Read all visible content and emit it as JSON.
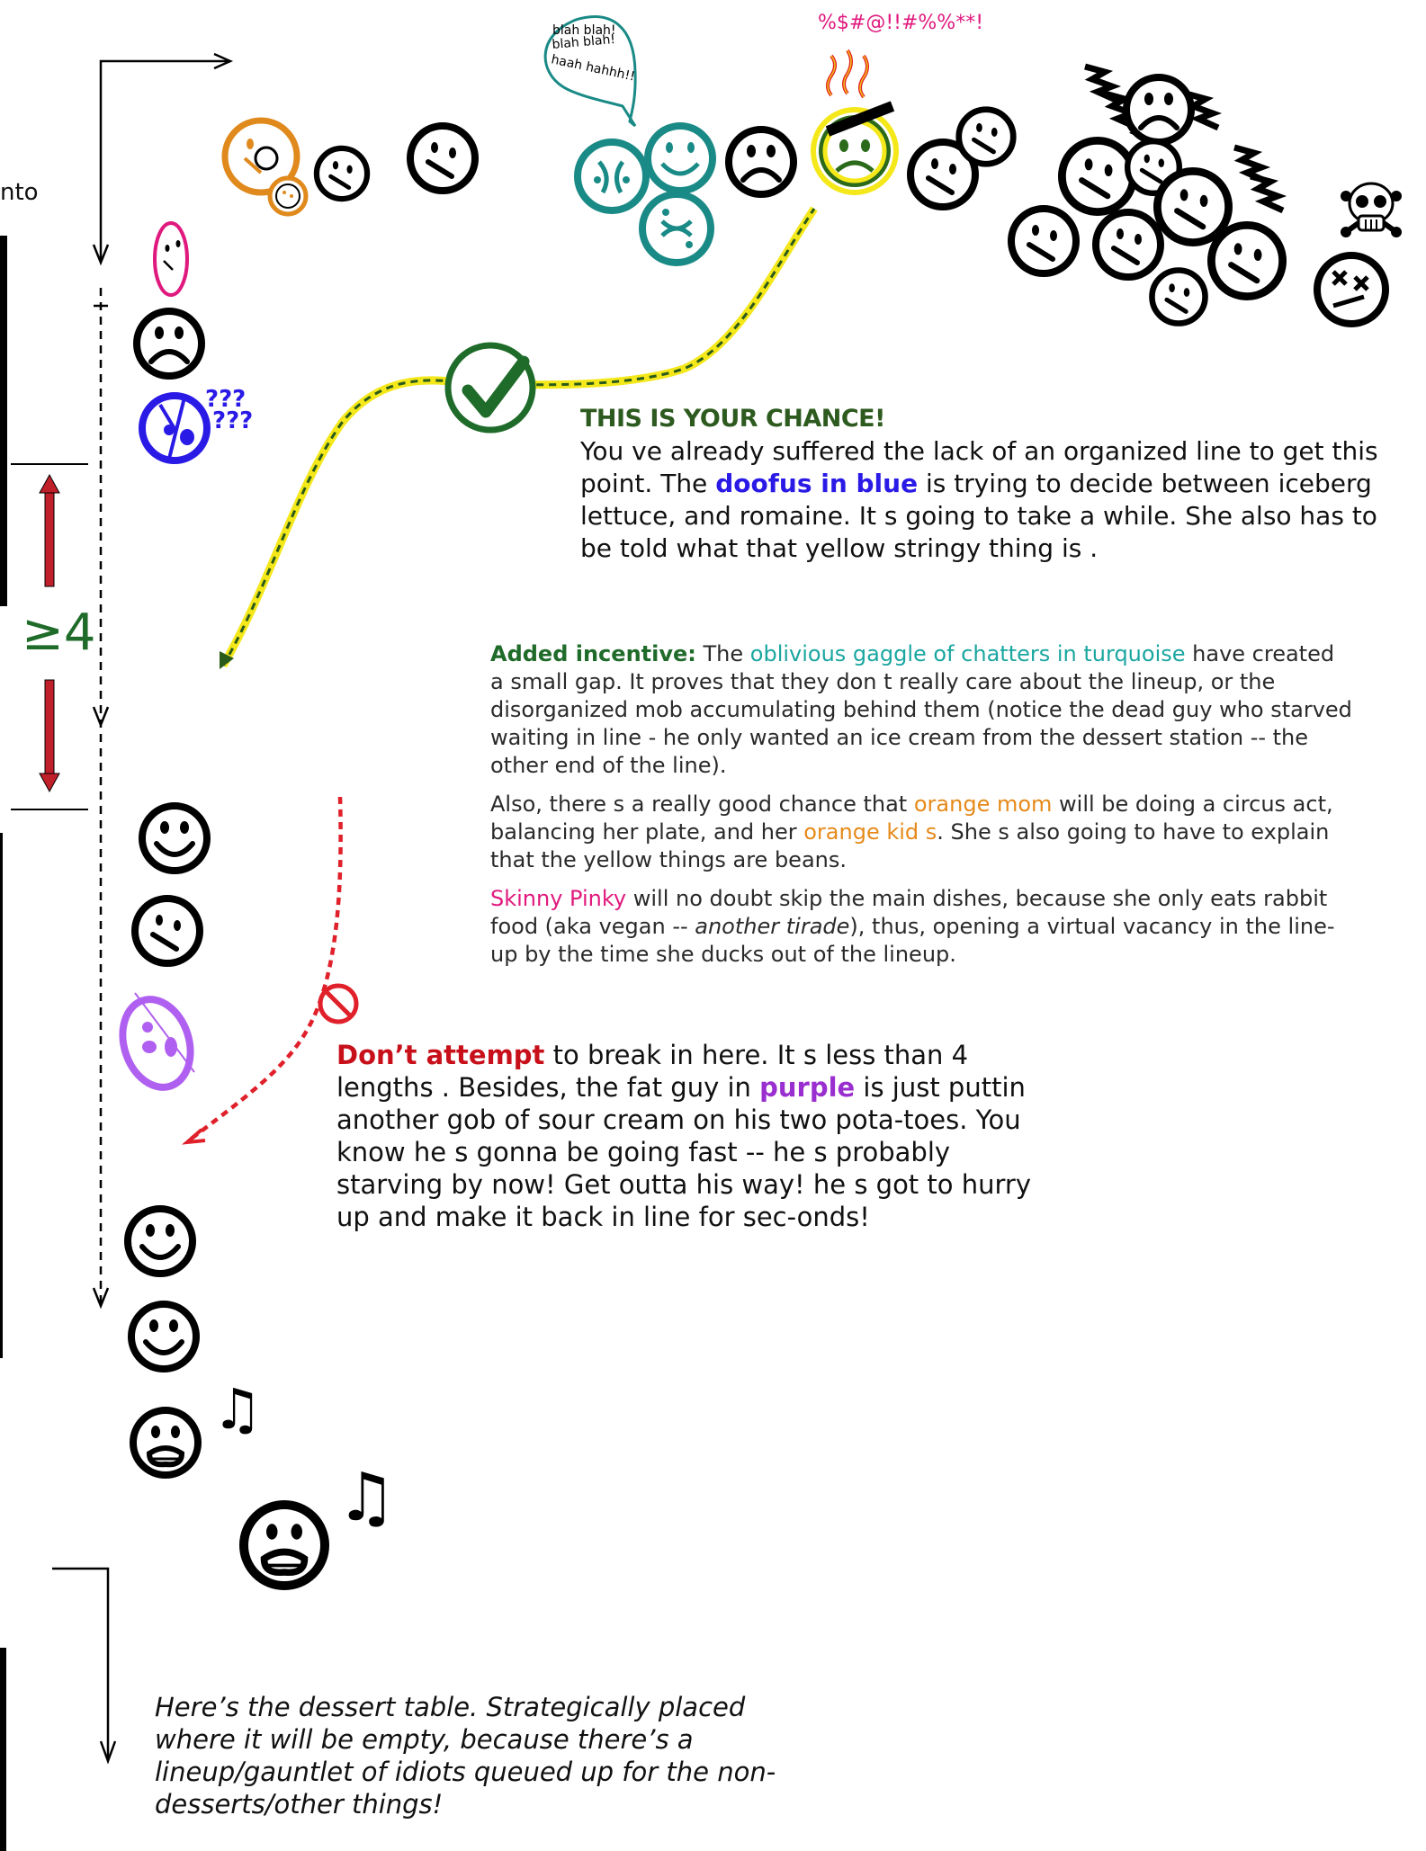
{
  "labels": {
    "into": "nto",
    "ge4": "≥4",
    "curse": "%$#@!!#%%**!",
    "bubble_line1": "blah blah!",
    "bubble_line2": "blah blah!",
    "bubble_line3": "haah hahhh!!",
    "question_marks_1": "???",
    "question_marks_2": "???"
  },
  "chance": {
    "title": "THIS IS YOUR CHANCE!",
    "text_1": "You ve already suffered the lack of an organized line to get this point.  The ",
    "doofus": "doofus in blue",
    "text_2": " is trying to decide between iceberg lettuce, and romaine.  It s going to take a while.  She also has to be told   what that yellow stringy thing is  ."
  },
  "incentive": {
    "label": "Added incentive:",
    "p1_a": "  The ",
    "p1_turq": "oblivious gaggle of chatters in turquoise",
    "p1_b": " have created a small gap.  It proves that they don t really care about the lineup, or the disorganized mob accumulating behind them (notice the dead guy who starved waiting in line - he only wanted an ice cream from the dessert station -- the other end of the line).",
    "p2_a": "Also, there s a really good chance that ",
    "p2_orange1": "orange mom",
    "p2_b": "  will be doing a circus act, balancing her plate, and her ",
    "p2_orange2": "orange kid s",
    "p2_c": ".  She s also going to have to explain that the yellow things are beans.",
    "p3_pink": "Skinny Pinky",
    "p3_a": " will no doubt skip the main dishes, because she only eats rabbit food (aka  vegan  -- ",
    "p3_italic": "another tirade",
    "p3_b": "), thus, opening a  virtual vacancy  in the line-up by the time she ducks out of the lineup."
  },
  "dont": {
    "label": "Don’t attempt",
    "text_1": " to break in here.  It s less than 4   lengths  .  Besides, the fat guy in ",
    "purple": "purple",
    "text_2": " is just puttin  another gob of sour cream on his two pota-toes.  You know he s gonna be going fast -- he s probably starving by now! Get outta his way! he s got to hurry up and make it back in line for sec-onds!"
  },
  "dessert": {
    "text": "Here’s the dessert table.  Strategically placed where it will be empty, because there’s a lineup/gauntlet of idiots queued up for the non-desserts/other things!"
  },
  "colors": {
    "green_check": "#1f6b2a",
    "yellow_path": "#f4e81a",
    "red_path": "#e0202a",
    "turquoise": "#1a8a86",
    "orange": "#e08a1e",
    "blue_doofus": "#2a1ae6",
    "purple": "#b060f0",
    "pink": "#e0197e",
    "dark_red_arrow": "#c0202a"
  },
  "icons": [
    "smiley-face-icon",
    "sad-face-icon",
    "neutral-face-icon",
    "angry-face-icon",
    "skull-icon",
    "dead-face-icon",
    "check-icon",
    "no-entry-icon",
    "music-note-icon",
    "speech-bubble-icon",
    "lightning-icon"
  ]
}
